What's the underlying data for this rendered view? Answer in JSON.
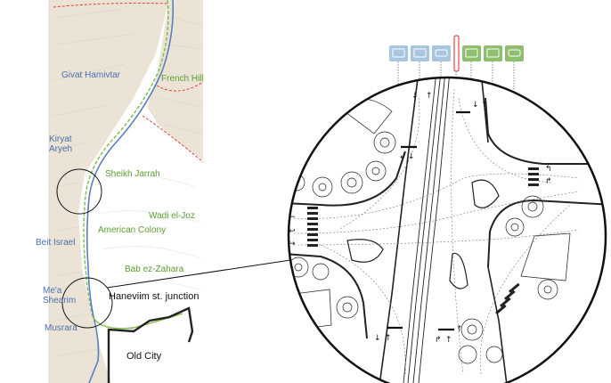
{
  "map": {
    "neighborhoods_west": {
      "givat_hamivtar": "Givat Hamivtar",
      "kiryat_aryeh_line1": "Kiryat",
      "kiryat_aryeh_line2": "Aryeh",
      "beit_israel": "Beit Israel",
      "mea_shearim_line1": "Me'a",
      "mea_shearim_line2": "Shearim",
      "musrara": "Musrara"
    },
    "neighborhoods_east": {
      "french_hill": "French Hill",
      "sheikh_jarrah": "Sheikh Jarrah",
      "wadi_el_joz": "Wadi el-Joz",
      "american_colony": "American Colony",
      "bab_ez_zahara": "Bab ez-Zahara"
    },
    "callout_label": "Haneviim st. junction",
    "old_city": "Old City"
  },
  "lane_icons": {
    "blue_count": 3,
    "green_count": 3,
    "blue_color": "#a9c6e0",
    "green_color": "#8fbf6e",
    "divider_color": "#e02020"
  },
  "colors": {
    "route_blue": "#5a7fc0",
    "route_green": "#7dbb4a",
    "boundary_red": "#e0423a",
    "terrain": "#ece6da",
    "road": "#222222"
  }
}
